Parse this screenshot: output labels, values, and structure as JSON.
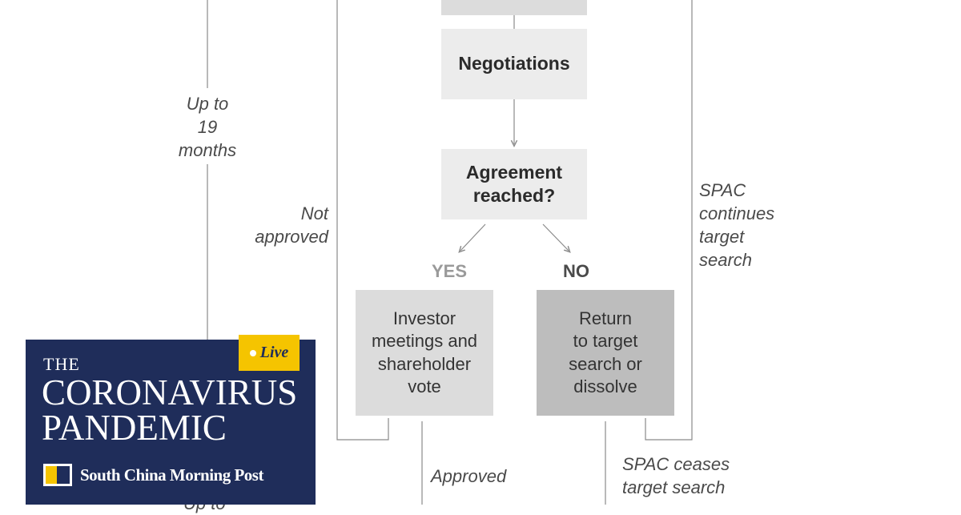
{
  "diagram": {
    "boxes": {
      "top_partial": "",
      "negotiations": "Negotiations",
      "agreement": "Agreement\nreached?",
      "investor": "Investor\nmeetings and\nshareholder\nvote",
      "return": "Return\nto target\nsearch or\ndissolve"
    },
    "branches": {
      "yes": "YES",
      "no": "NO"
    },
    "notes": {
      "up_to_19": "Up to\n19\nmonths",
      "not_approved": "Not\napproved",
      "spac_continues": "SPAC\ncontinues\ntarget\nsearch",
      "approved": "Approved",
      "spac_ceases": "SPAC ceases\ntarget search",
      "up_to_bottom": "Up to"
    },
    "colors": {
      "line": "#8a8a8a",
      "yes": "#9a9a9a",
      "no": "#4a4a4a"
    }
  },
  "banner": {
    "live": "Live",
    "the": "THE",
    "title": "CORONAVIRUS\nPANDEMIC",
    "brand": "South China Morning Post",
    "colors": {
      "background": "#1f2d5a",
      "badge": "#f5c400"
    }
  }
}
